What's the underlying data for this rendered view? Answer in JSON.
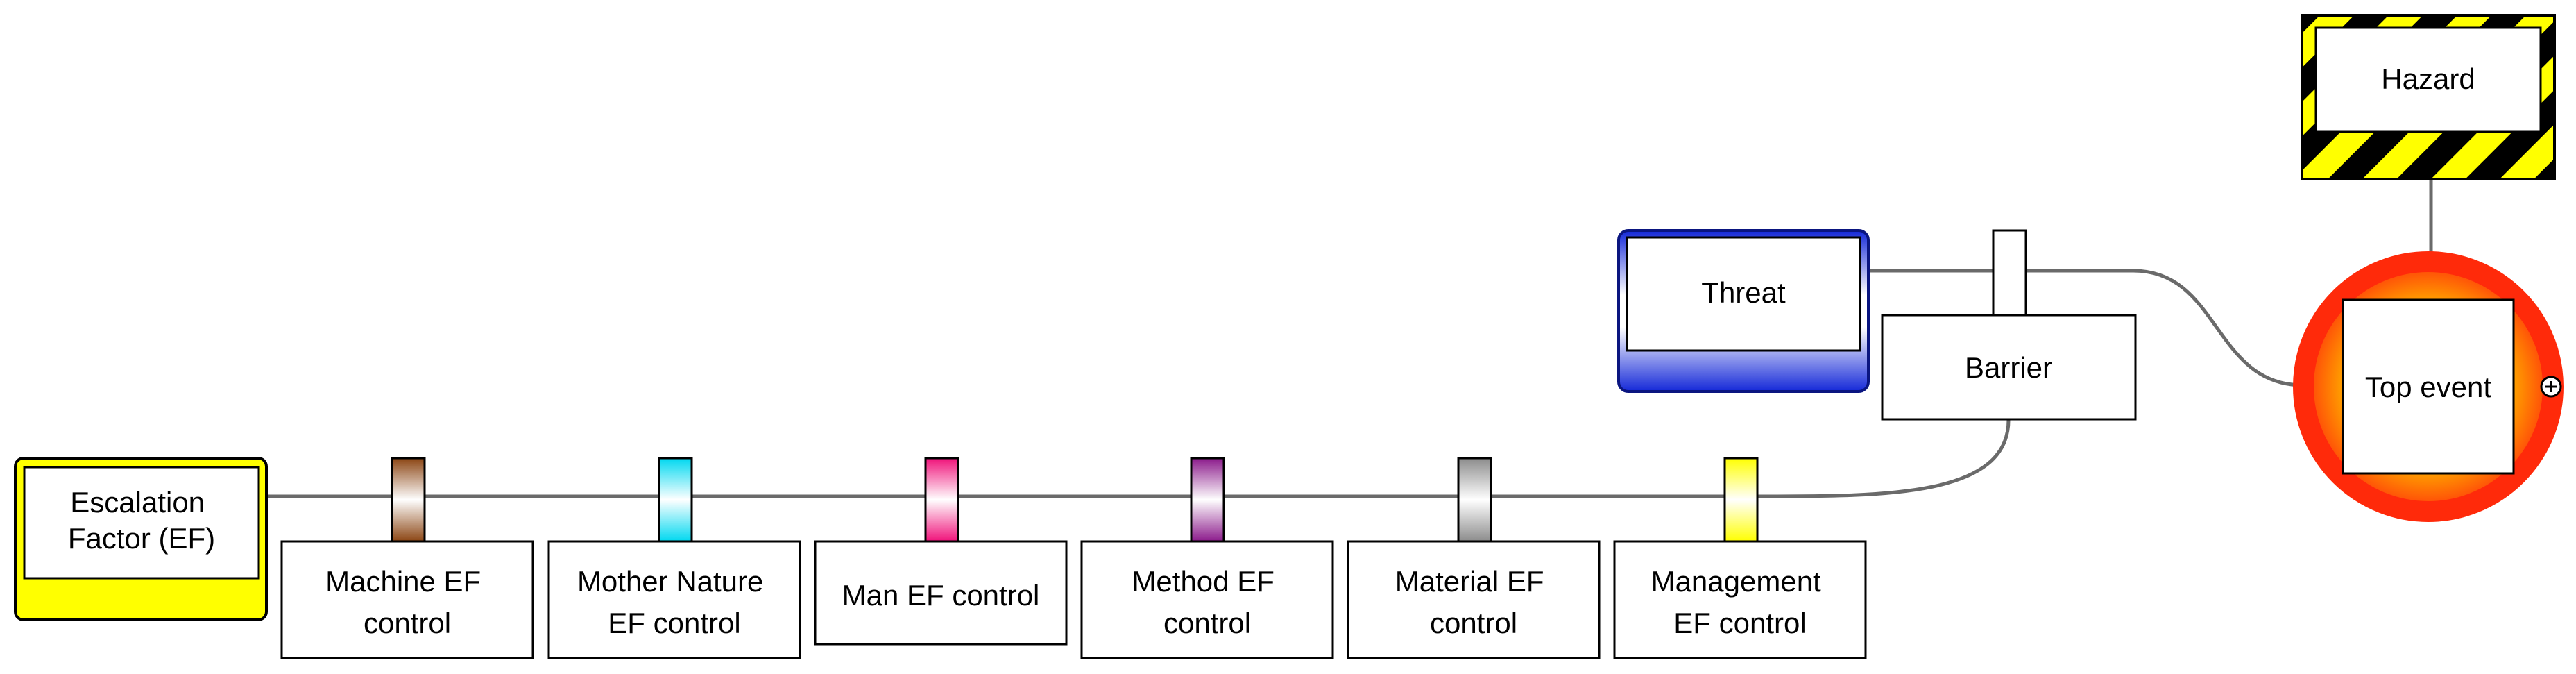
{
  "hazard": {
    "label": "Hazard"
  },
  "top_event": {
    "label": "Top event"
  },
  "threat": {
    "label": "Threat"
  },
  "barrier": {
    "label": "Barrier"
  },
  "escalation_factor": {
    "line1": "Escalation",
    "line2": "Factor (EF)"
  },
  "ef_controls": [
    {
      "line1": "Machine EF",
      "line2": "control",
      "color": "#8b4513"
    },
    {
      "line1": "Mother Nature",
      "line2": "EF control",
      "color": "#00d8f0"
    },
    {
      "line1": "Man EF control",
      "line2": "",
      "color": "#f0127a"
    },
    {
      "line1": "Method EF",
      "line2": "control",
      "color": "#8b1a8b"
    },
    {
      "line1": "Material EF",
      "line2": "control",
      "color": "#8c8c8c"
    },
    {
      "line1": "Management",
      "line2": "EF control",
      "color": "#ffff00"
    }
  ],
  "colors": {
    "threat": "#1428d8",
    "escalation_factor": "#ffff00",
    "top_event_outer": "#ff2a0a",
    "top_event_inner": "#ffa000",
    "hazard_stripe": "#ffff00",
    "hazard_stripe_alt": "#000000",
    "line": "#6a6a6a"
  },
  "expand_icon": "circle-plus-icon"
}
